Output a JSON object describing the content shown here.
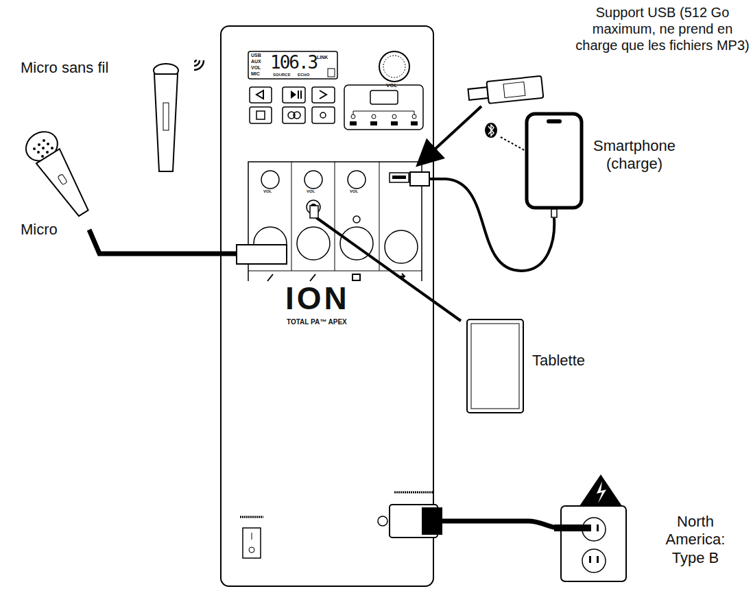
{
  "diagram": {
    "labels": [
      "Micro sans fil",
      "Support USB (512 Go maximum, ne prend en charge que les fichiers MP3)",
      "Smartphone (charge)",
      "Micro",
      "Tablette",
      "North America: Type B",
      "USB",
      "AUX",
      "VOL",
      "MIC",
      "106.3",
      "LINK",
      "SOURCE",
      "ECHO",
      "VOL",
      "VOL",
      "VOL",
      "VOL",
      "ION",
      "TOTAL PA™ APEX"
    ]
  }
}
